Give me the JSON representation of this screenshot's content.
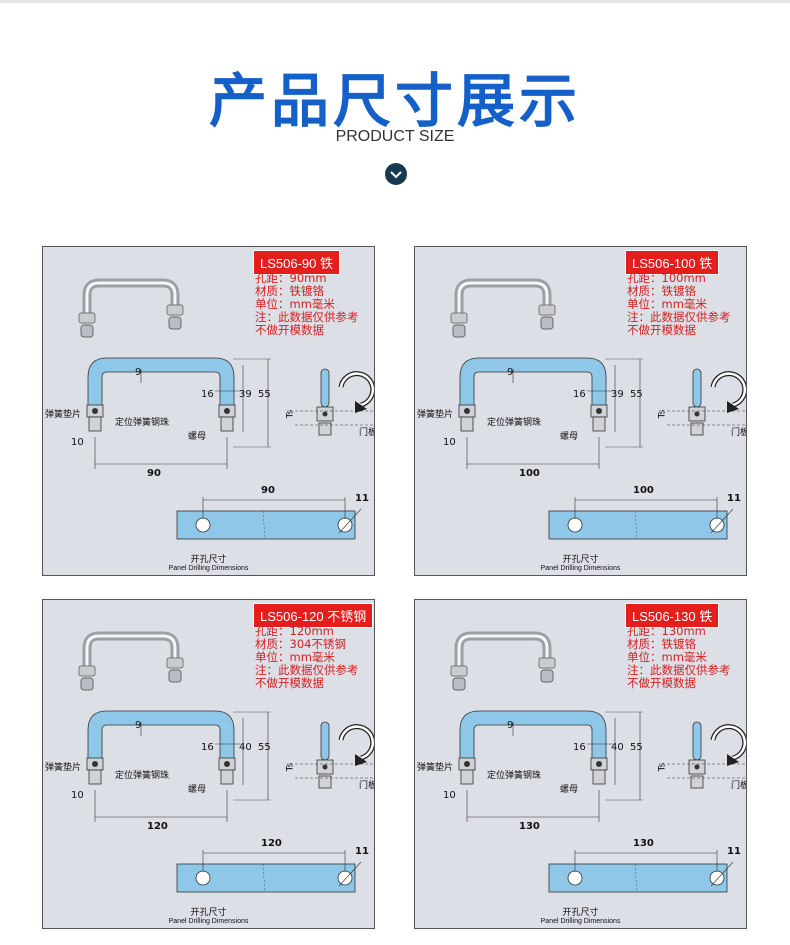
{
  "page": {
    "title": "产品尺寸展示",
    "subtitle": "PRODUCT SIZE",
    "accent_color": "#1560c8",
    "icons": [
      "chevron-down-icon"
    ]
  },
  "cards": [
    {
      "tag": "LS506-90 铁",
      "specs": [
        "孔距：90mm",
        "材质：铁镀铬",
        "单位：mm毫米",
        "注：此数据仅供参考",
        "不做开模数据"
      ],
      "spring_label": "弹簧垫片",
      "ball_label": "定位弹簧钢珠",
      "nut_label": "螺母",
      "door_label": "门板",
      "ts_label": "Ts",
      "dims": {
        "top": "9",
        "d16": "16",
        "d39": "39",
        "d55": "55",
        "d10": "10",
        "width": "90",
        "hole": "90",
        "hole_dia": "11"
      },
      "caption_cn": "开孔尺寸",
      "caption_en": "Panel Drilling Dimensions"
    },
    {
      "tag": "LS506-100 铁",
      "specs": [
        "孔距：100mm",
        "材质：铁镀铬",
        "单位：mm毫米",
        "注：此数据仅供参考",
        "不做开模数据"
      ],
      "spring_label": "弹簧垫片",
      "ball_label": "定位弹簧钢珠",
      "nut_label": "螺母",
      "door_label": "门板",
      "ts_label": "Ts",
      "dims": {
        "top": "9",
        "d16": "16",
        "d39": "39",
        "d55": "55",
        "d10": "10",
        "width": "100",
        "hole": "100",
        "hole_dia": "11"
      },
      "caption_cn": "开孔尺寸",
      "caption_en": "Panel Drilling Dimensions"
    },
    {
      "tag": "LS506-120 不锈钢",
      "specs": [
        "孔距：120mm",
        "材质：304不锈钢",
        "单位：mm毫米",
        "注：此数据仅供参考",
        "不做开模数据"
      ],
      "spring_label": "弹簧垫片",
      "ball_label": "定位弹簧钢珠",
      "nut_label": "螺母",
      "door_label": "门板",
      "ts_label": "Ts",
      "dims": {
        "top": "9",
        "d16": "16",
        "d39": "40",
        "d55": "55",
        "d10": "10",
        "width": "120",
        "hole": "120",
        "hole_dia": "11"
      },
      "caption_cn": "开孔尺寸",
      "caption_en": "Panel Drilling Dimensions"
    },
    {
      "tag": "LS506-130 铁",
      "specs": [
        "孔距：130mm",
        "材质：铁镀铬",
        "单位：mm毫米",
        "注：此数据仅供参考",
        "不做开模数据"
      ],
      "spring_label": "弹簧垫片",
      "ball_label": "定位弹簧钢珠",
      "nut_label": "螺母",
      "door_label": "门板",
      "ts_label": "Ts",
      "dims": {
        "top": "9",
        "d16": "16",
        "d39": "40",
        "d55": "55",
        "d10": "10",
        "width": "130",
        "hole": "130",
        "hole_dia": "11"
      },
      "caption_cn": "开孔尺寸",
      "caption_en": "Panel Drilling Dimensions"
    }
  ]
}
